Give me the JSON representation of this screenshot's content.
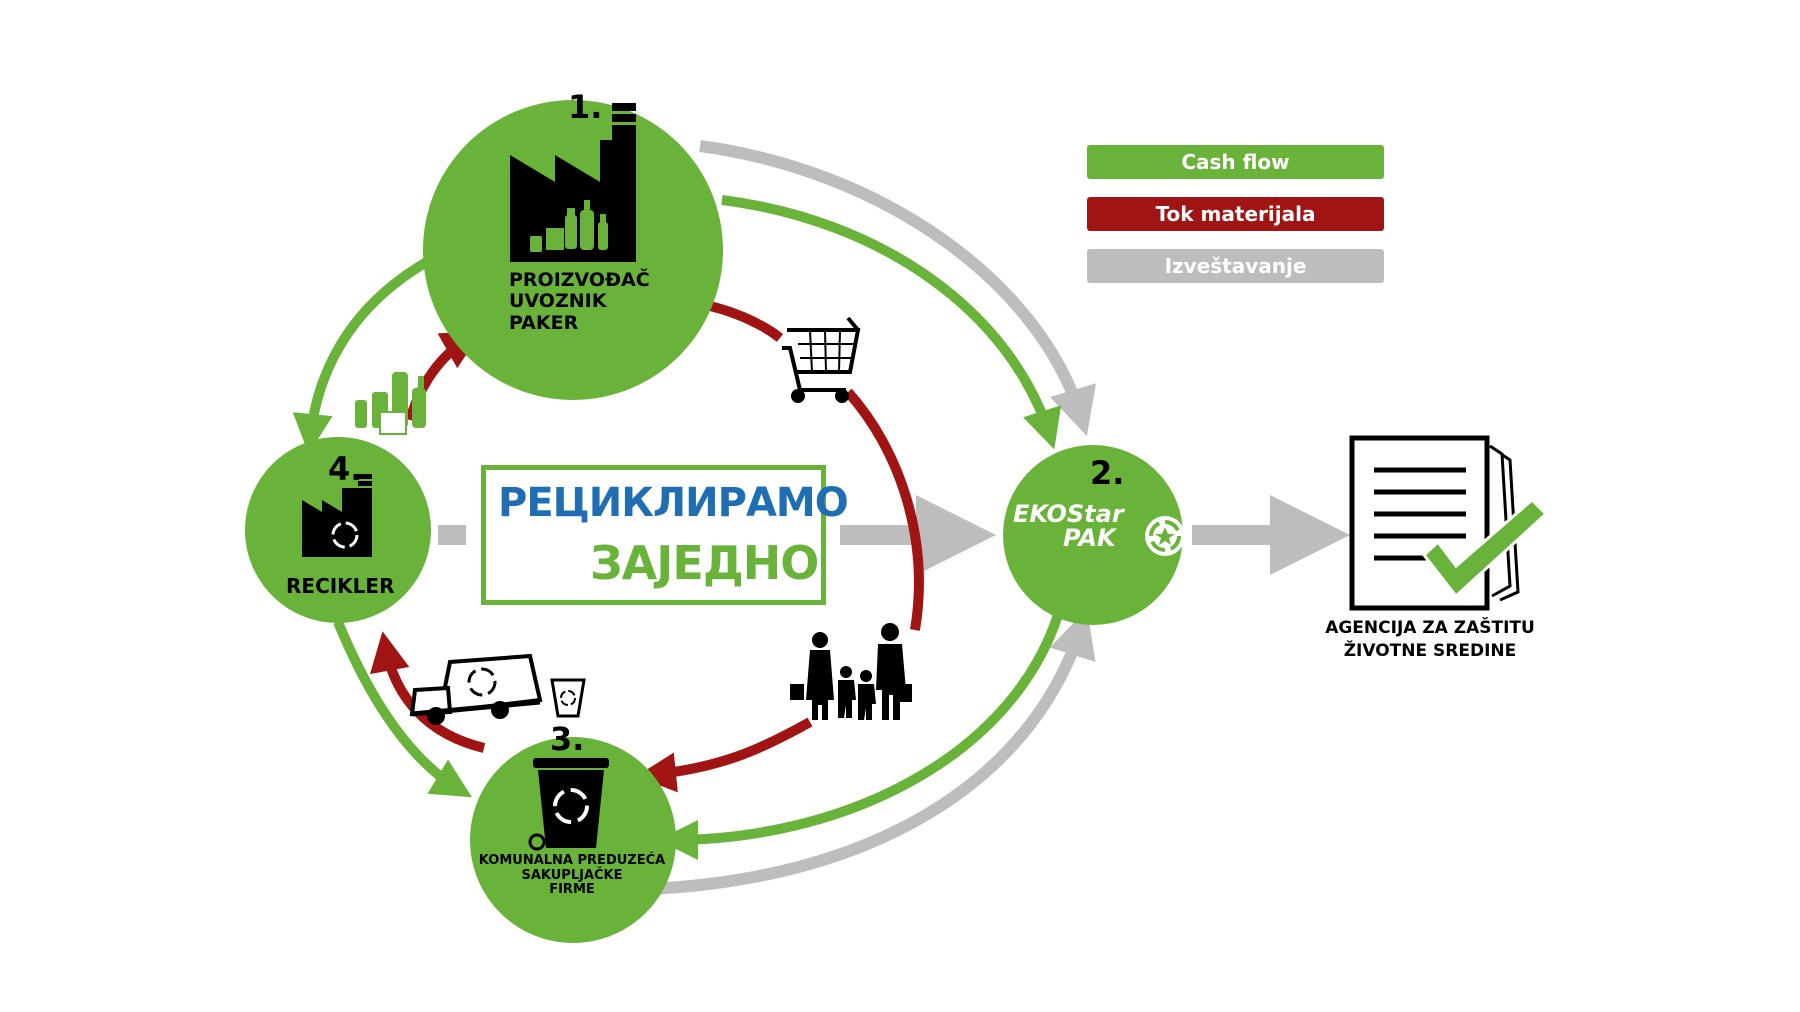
{
  "legend": [
    {
      "label": "Cash flow",
      "color": "#6ab33a"
    },
    {
      "label": "Tok materijala",
      "color": "#a01414"
    },
    {
      "label": "Izveštavanje",
      "color": "#bdbdbd"
    }
  ],
  "nodes": {
    "producer": {
      "number": "1.",
      "lines": [
        "PROIZVOĐAČ",
        "UVOZNIK",
        "PAKER"
      ]
    },
    "eko": {
      "number": "2.",
      "logo_line1": "EKOStar",
      "logo_line2": "PAK"
    },
    "communal": {
      "number": "3.",
      "lines": [
        "KOMUNALNA PREDUZEĆA",
        "SAKUPLJAČKE",
        "FIRME"
      ]
    },
    "recycler": {
      "number": "4.",
      "label": "RECIKLER"
    }
  },
  "banner": {
    "line1": "РЕЦИКЛИРАМО",
    "line2": "ЗАЈЕДНО"
  },
  "agency": {
    "lines": [
      "AGENCIJA ZA ZAŠTITU",
      "ŽIVOTNE SREDINE"
    ]
  },
  "icons": [
    "factory-icon",
    "bottles-icon",
    "shopping-cart-icon",
    "family-shoppers-icon",
    "recycle-bin-icon",
    "garbage-truck-icon",
    "recycle-cup-icon",
    "document-check-icon",
    "recycle-star-icon"
  ],
  "colors": {
    "green": "#6ab33a",
    "red": "#a01414",
    "grey": "#bdbdbd",
    "blue": "#1f6db3"
  }
}
